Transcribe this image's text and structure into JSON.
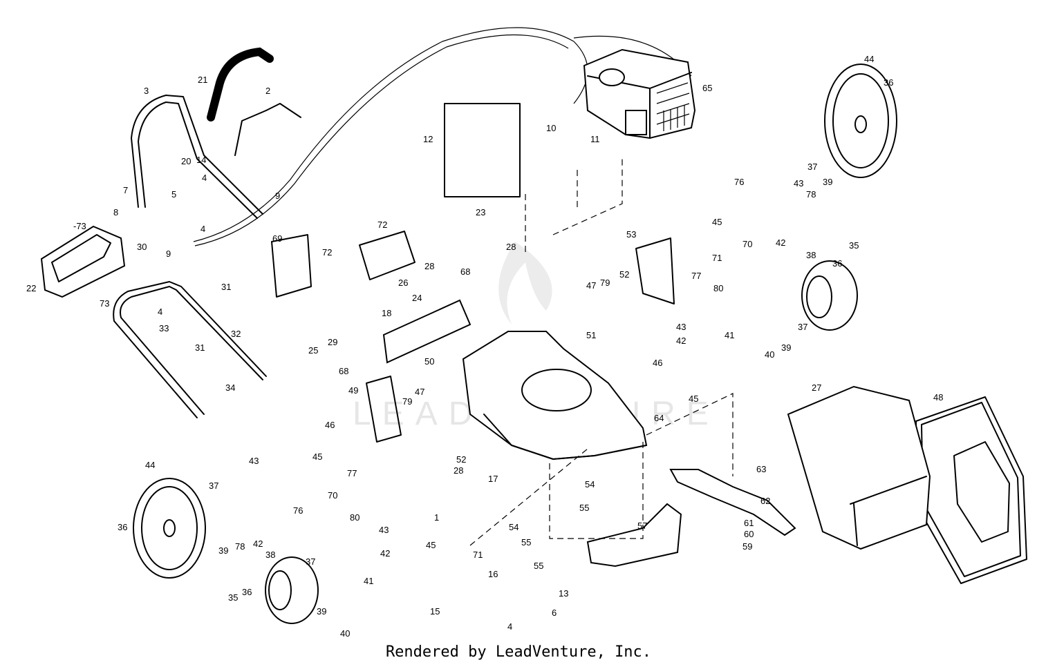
{
  "footer": "Rendered by LeadVenture, Inc.",
  "watermark": "LEADVENTURE",
  "callouts": [
    {
      "id": "c3",
      "text": "3"
    },
    {
      "id": "c21",
      "text": "21"
    },
    {
      "id": "c2",
      "text": "2"
    },
    {
      "id": "c20",
      "text": "20"
    },
    {
      "id": "c14",
      "text": "14"
    },
    {
      "id": "c4a",
      "text": "4"
    },
    {
      "id": "c5",
      "text": "5"
    },
    {
      "id": "c9a",
      "text": "9"
    },
    {
      "id": "c7",
      "text": "7"
    },
    {
      "id": "c8",
      "text": "8"
    },
    {
      "id": "c4b",
      "text": "4"
    },
    {
      "id": "c73a",
      "text": "-73"
    },
    {
      "id": "c30",
      "text": "30"
    },
    {
      "id": "c9b",
      "text": "9"
    },
    {
      "id": "c22",
      "text": "22"
    },
    {
      "id": "c73b",
      "text": "73"
    },
    {
      "id": "c31a",
      "text": "31"
    },
    {
      "id": "c4c",
      "text": "4"
    },
    {
      "id": "c33",
      "text": "33"
    },
    {
      "id": "c32",
      "text": "32"
    },
    {
      "id": "c31b",
      "text": "31"
    },
    {
      "id": "c34",
      "text": "34"
    },
    {
      "id": "c12",
      "text": "12"
    },
    {
      "id": "c10",
      "text": "10"
    },
    {
      "id": "c11",
      "text": "11"
    },
    {
      "id": "c65",
      "text": "65"
    },
    {
      "id": "c44a",
      "text": "44"
    },
    {
      "id": "c36a",
      "text": "36"
    },
    {
      "id": "c37a",
      "text": "37"
    },
    {
      "id": "c43a",
      "text": "43"
    },
    {
      "id": "c76a",
      "text": "76"
    },
    {
      "id": "c39a",
      "text": "39"
    },
    {
      "id": "c78a",
      "text": "78"
    },
    {
      "id": "c42a",
      "text": "42"
    },
    {
      "id": "c45a",
      "text": "45"
    },
    {
      "id": "c70a",
      "text": "70"
    },
    {
      "id": "c53",
      "text": "53"
    },
    {
      "id": "c71a",
      "text": "71"
    },
    {
      "id": "c72a",
      "text": "72"
    },
    {
      "id": "c72b",
      "text": "72"
    },
    {
      "id": "c23",
      "text": "23"
    },
    {
      "id": "c28a",
      "text": "28"
    },
    {
      "id": "c28b",
      "text": "28"
    },
    {
      "id": "c69",
      "text": "69"
    },
    {
      "id": "c26",
      "text": "26"
    },
    {
      "id": "c68a",
      "text": "68"
    },
    {
      "id": "c24",
      "text": "24"
    },
    {
      "id": "c18",
      "text": "18"
    },
    {
      "id": "c25",
      "text": "25"
    },
    {
      "id": "c29",
      "text": "29"
    },
    {
      "id": "c68b",
      "text": "68"
    },
    {
      "id": "c47a",
      "text": "47"
    },
    {
      "id": "c79a",
      "text": "79"
    },
    {
      "id": "c52a",
      "text": "52"
    },
    {
      "id": "c77",
      "text": "77"
    },
    {
      "id": "c80a",
      "text": "80"
    },
    {
      "id": "c51",
      "text": "51"
    },
    {
      "id": "c38a",
      "text": "38"
    },
    {
      "id": "c36b",
      "text": "36"
    },
    {
      "id": "c35a",
      "text": "35"
    },
    {
      "id": "c37b",
      "text": "37"
    },
    {
      "id": "c43b",
      "text": "43"
    },
    {
      "id": "c42b",
      "text": "42"
    },
    {
      "id": "c41a",
      "text": "41"
    },
    {
      "id": "c40a",
      "text": "40"
    },
    {
      "id": "c39b",
      "text": "39"
    },
    {
      "id": "c46a",
      "text": "46"
    },
    {
      "id": "c45b",
      "text": "45"
    },
    {
      "id": "c64",
      "text": "64"
    },
    {
      "id": "c50",
      "text": "50"
    },
    {
      "id": "c47b",
      "text": "47"
    },
    {
      "id": "c49",
      "text": "49"
    },
    {
      "id": "c79b",
      "text": "79"
    },
    {
      "id": "c27",
      "text": "27"
    },
    {
      "id": "c48",
      "text": "48"
    },
    {
      "id": "c44b",
      "text": "44"
    },
    {
      "id": "c43c",
      "text": "43"
    },
    {
      "id": "c46b",
      "text": "46"
    },
    {
      "id": "c45c",
      "text": "45"
    },
    {
      "id": "c70b",
      "text": "70"
    },
    {
      "id": "c77b",
      "text": "77"
    },
    {
      "id": "c80b",
      "text": "80"
    },
    {
      "id": "c76b",
      "text": "76"
    },
    {
      "id": "c52b",
      "text": "52"
    },
    {
      "id": "c28c",
      "text": "28"
    },
    {
      "id": "c17",
      "text": "17"
    },
    {
      "id": "c54a",
      "text": "54"
    },
    {
      "id": "c63",
      "text": "63"
    },
    {
      "id": "c62",
      "text": "62"
    },
    {
      "id": "c55a",
      "text": "55"
    },
    {
      "id": "c1",
      "text": "1"
    },
    {
      "id": "c37c",
      "text": "37"
    },
    {
      "id": "c36c",
      "text": "36"
    },
    {
      "id": "c39c",
      "text": "39"
    },
    {
      "id": "c78b",
      "text": "78"
    },
    {
      "id": "c42c",
      "text": "42"
    },
    {
      "id": "c54b",
      "text": "54"
    },
    {
      "id": "c55b",
      "text": "55"
    },
    {
      "id": "c55c",
      "text": "55"
    },
    {
      "id": "c57",
      "text": "57"
    },
    {
      "id": "c61",
      "text": "61"
    },
    {
      "id": "c60",
      "text": "60"
    },
    {
      "id": "c59",
      "text": "59"
    },
    {
      "id": "c43d",
      "text": "43"
    },
    {
      "id": "c45d",
      "text": "45"
    },
    {
      "id": "c71b",
      "text": "71"
    },
    {
      "id": "c42d",
      "text": "42"
    },
    {
      "id": "c38b",
      "text": "38"
    },
    {
      "id": "c37d",
      "text": "37"
    },
    {
      "id": "c41b",
      "text": "41"
    },
    {
      "id": "c35b",
      "text": "35"
    },
    {
      "id": "c36d",
      "text": "36"
    },
    {
      "id": "c39d",
      "text": "39"
    },
    {
      "id": "c40b",
      "text": "40"
    },
    {
      "id": "c16",
      "text": "16"
    },
    {
      "id": "c13",
      "text": "13"
    },
    {
      "id": "c15",
      "text": "15"
    },
    {
      "id": "c4d",
      "text": "4"
    },
    {
      "id": "c6",
      "text": "6"
    }
  ]
}
